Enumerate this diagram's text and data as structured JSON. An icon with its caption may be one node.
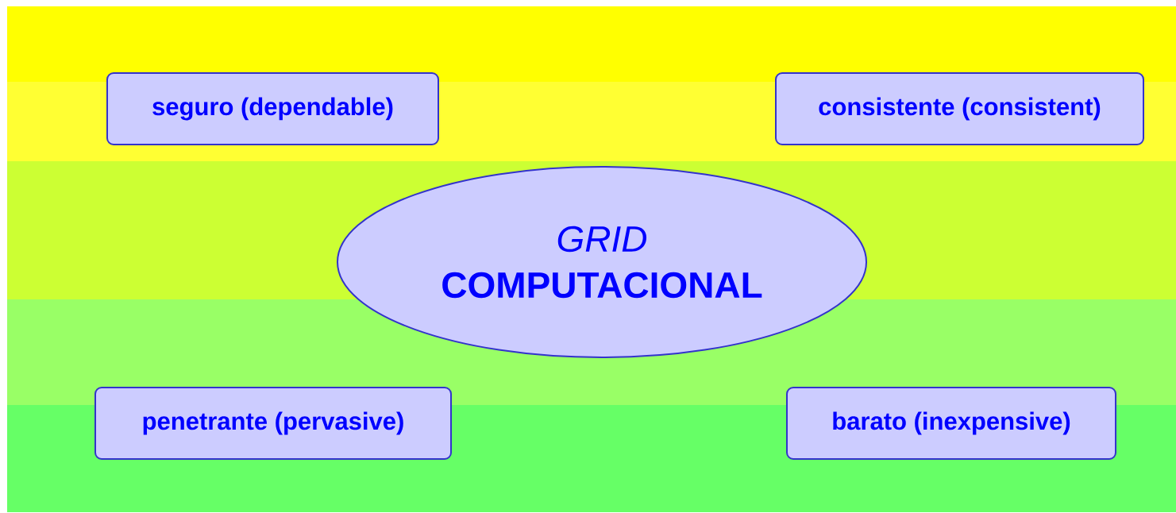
{
  "diagram": {
    "nodes": [
      {
        "text": [
          "seguro (dependable)"
        ]
      },
      {
        "text": [
          "consistente (consistent)"
        ]
      },
      {
        "text": [
          "GRID",
          "COMPUTACIONAL"
        ]
      },
      {
        "text": [
          "penetrante (pervasive)"
        ]
      },
      {
        "text": [
          "barato (inexpensive)"
        ]
      }
    ]
  }
}
